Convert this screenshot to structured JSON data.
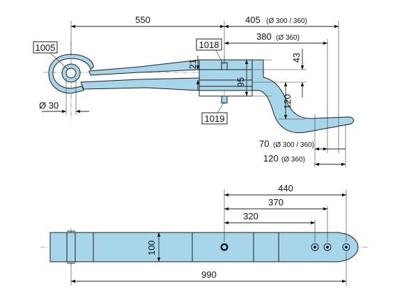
{
  "side_view": {
    "dim_length_main": "550",
    "dim_405": "405",
    "dim_405_note": "(Ø 300 / 360)",
    "dim_380": "380",
    "dim_380_note": "(Ø 360)",
    "dim_21": "21",
    "dim_43": "43",
    "dim_95": "95",
    "dim_120_height": "120",
    "dim_eye_dia": "Ø 30",
    "dim_70": "70",
    "dim_70_note": "(Ø 300 / 360)",
    "dim_120_tail": "120",
    "dim_120_tail_note": "(Ø 360)",
    "callout_1005": "1005",
    "callout_1018": "1018",
    "callout_1019": "1019"
  },
  "top_view": {
    "dim_440": "440",
    "dim_370": "370",
    "dim_320": "320",
    "dim_width": "100",
    "dim_total_length": "990"
  },
  "colors": {
    "part_fill": "#a7d5ea",
    "outline": "#1c1c1c"
  }
}
